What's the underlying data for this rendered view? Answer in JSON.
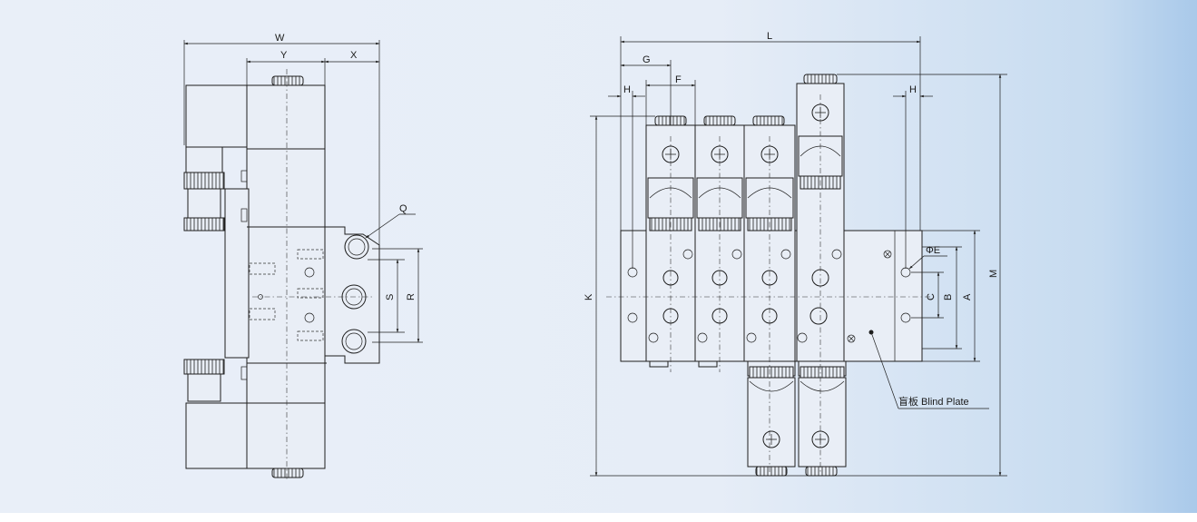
{
  "side_view": {
    "dims": {
      "W": "W",
      "Y": "Y",
      "X": "X",
      "Q": "Q",
      "S": "S",
      "R": "R"
    }
  },
  "front_view": {
    "dims": {
      "L": "L",
      "G": "G",
      "F": "F",
      "H_left": "H",
      "H_right": "H",
      "K": "K",
      "M": "M",
      "A": "A",
      "B": "B",
      "C": "C",
      "PhiE": "ΦE"
    },
    "blind_plate_label": "盲板 Blind Plate"
  },
  "colors": {
    "line": "#1e1e1e",
    "bg_left": "#e9eff8",
    "bg_right": "#a9c9ea"
  }
}
